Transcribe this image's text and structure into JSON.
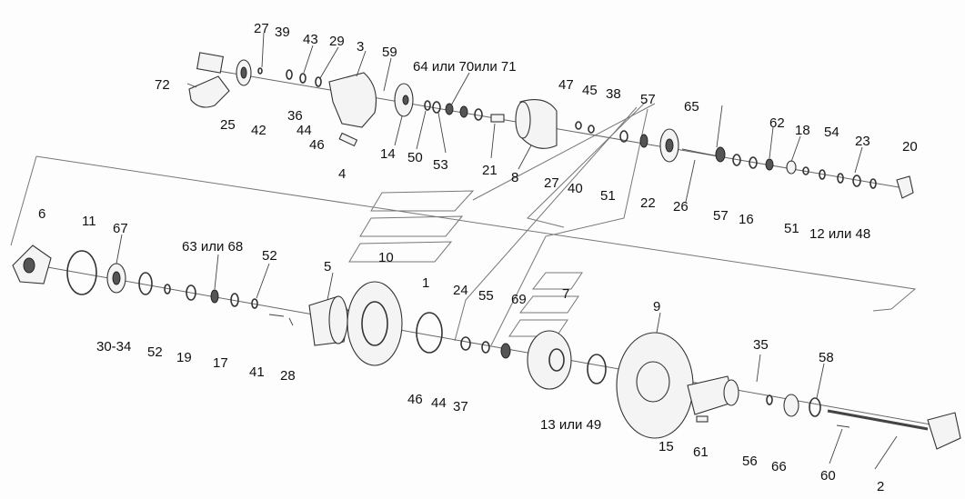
{
  "labels": [
    "27",
    "39",
    "43",
    "29",
    "3",
    "59",
    "64 или 70или 71",
    "72",
    "25",
    "42",
    "36",
    "44",
    "46",
    "4",
    "14",
    "50",
    "53",
    "21",
    "8",
    "47",
    "45",
    "38",
    "57",
    "65",
    "62",
    "18",
    "54",
    "23",
    "20",
    "27",
    "40",
    "51",
    "22",
    "26",
    "57",
    "16",
    "51",
    "12 или 48",
    "6",
    "11",
    "67",
    "63 или 68",
    "52",
    "5",
    "10",
    "1",
    "24",
    "55",
    "69",
    "7",
    "9",
    "35",
    "58",
    "30-34",
    "52",
    "19",
    "17",
    "41",
    "28",
    "46",
    "44",
    "37",
    "13 или 49",
    "15",
    "61",
    "56",
    "66",
    "60",
    "2"
  ]
}
